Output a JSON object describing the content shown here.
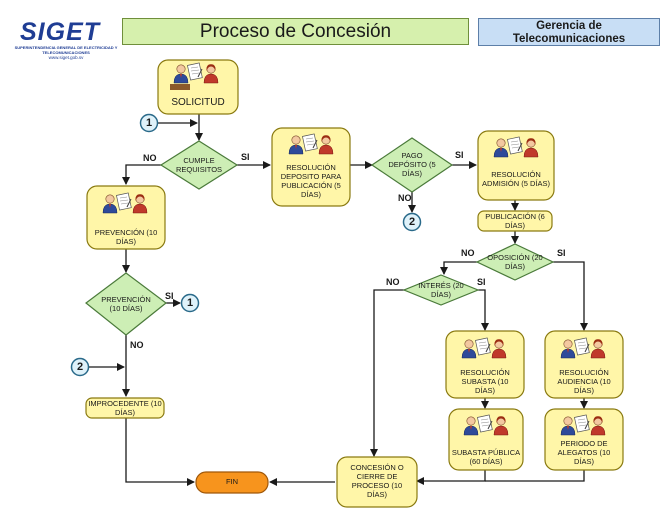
{
  "header": {
    "logo_text": "SIGET",
    "logo_subtitle": "SUPERINTENDENCIA GENERAL DE ELECTRICIDAD Y TELECOMUNICACIONES",
    "logo_url": "www.siget.gob.sv",
    "title": "Proceso de Concesión",
    "department": "Gerencia de Telecomunicaciones"
  },
  "nodes": {
    "solicitud": "SOLICITUD",
    "cumple": "CUMPLE REQUISITOS",
    "resolucion_deposito": "RESOLUCIÓN DEPOSITO PARA PUBLICACIÓN (5 DÍAS)",
    "pago_deposito": "PAGO DEPÓSITO (5 DÍAS)",
    "resolucion_admision": "RESOLUCIÓN ADMISIÓN (5 DÍAS)",
    "publicacion": "PUBLICACIÓN (6 DÍAS)",
    "oposicion": "OPOSICIÓN (20 DÍAS)",
    "interes": "INTERÉS (20 DÍAS)",
    "prevencion_box": "PREVENCIÓN (10 DÍAS)",
    "prevencion_dec": "PREVENCIÓN (10 DÍAS)",
    "improcedente": "IMPROCEDENTE (10 DÍAS)",
    "resolucion_subasta": "RESOLUCIÓN SUBASTA (10 DÍAS)",
    "subasta_publica": "SUBASTA PÚBLICA (60 DÍAS)",
    "resolucion_audiencia": "RESOLUCIÓN AUDIENCIA (10 DÍAS)",
    "periodo_alegatos": "PERIODO DE ALEGATOS (10 DÍAS)",
    "concesion": "CONCESIÓN O CIERRE DE PROCESO (10 DÍAS)",
    "fin": "FIN"
  },
  "edges": {
    "yes": "SI",
    "no": "NO"
  },
  "connectors": {
    "one": "1",
    "two": "2"
  },
  "colors": {
    "process_fill": "#fff6a8",
    "decision_fill": "#cdeeb5",
    "terminal_fill": "#f7941d",
    "connector_fill": "#dff2fa",
    "line": "#1a1a1a"
  },
  "icons": [
    "person-icon",
    "document-icon",
    "person-female-icon"
  ]
}
